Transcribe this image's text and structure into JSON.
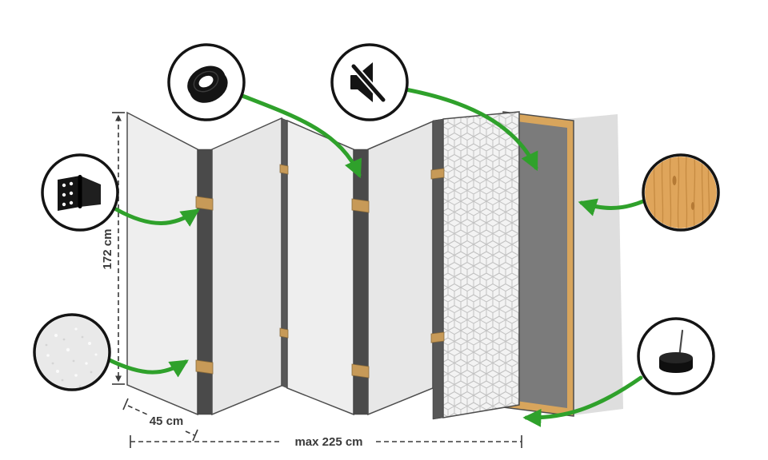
{
  "dimensions": {
    "height_label": "172 cm",
    "panel_width_label": "45 cm",
    "total_width_label": "max 225 cm"
  },
  "callouts": [
    {
      "id": "tape",
      "icon": "tape-roll-icon"
    },
    {
      "id": "mute",
      "icon": "muted-speaker-icon"
    },
    {
      "id": "hinge",
      "icon": "hinge-icon"
    },
    {
      "id": "fleece",
      "icon": "fleece-texture-icon"
    },
    {
      "id": "wood",
      "icon": "wood-texture-icon"
    },
    {
      "id": "felt",
      "icon": "felt-pad-pin-icon"
    }
  ],
  "colors": {
    "background": "#ffffff",
    "arrow_green": "#2fa12b",
    "panel_light": "#eeeeee",
    "panel_alt": "#e7e7e7",
    "panel_edge_dark": "#4a4a4a",
    "pattern_panel": "#f3f3f3",
    "pattern_line": "#c2c2c2",
    "core_panel_gray": "#7b7b7b",
    "wood": "#dfa55b",
    "backdrop_gray": "#dedede",
    "hinge_tan": "#c79a58",
    "dimension_text": "#3a3a3a",
    "icon_black": "#141414"
  }
}
